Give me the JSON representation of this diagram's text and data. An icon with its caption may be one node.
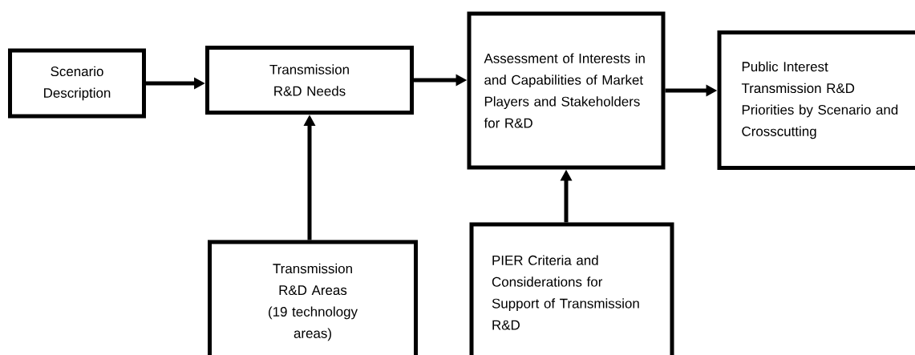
{
  "diagram": {
    "nodes": [
      {
        "text": [
          "Scenario Description"
        ]
      },
      {
        "text": [
          "Transmission R&D Needs"
        ]
      },
      {
        "text": [
          "Assessment of Interests in and Capabilities of Market Players and Stakeholders for R&D"
        ]
      },
      {
        "text": [
          "Public Interest Transmission R&D Priorities by Scenario and Crosscutting"
        ]
      },
      {
        "text": [
          "Transmission R&D Areas",
          "(19 technology areas)"
        ]
      },
      {
        "text": [
          "PIER Criteria and Considerations for Support of Transmission R&D"
        ]
      }
    ],
    "edges": [
      {
        "from": 0,
        "to": 1,
        "arrow": "to"
      },
      {
        "from": 1,
        "to": 2,
        "arrow": "to"
      },
      {
        "from": 2,
        "to": 3,
        "arrow": "to"
      },
      {
        "from": 4,
        "to": 1,
        "arrow": "to"
      },
      {
        "from": 5,
        "to": 2,
        "arrow": "to"
      }
    ]
  }
}
